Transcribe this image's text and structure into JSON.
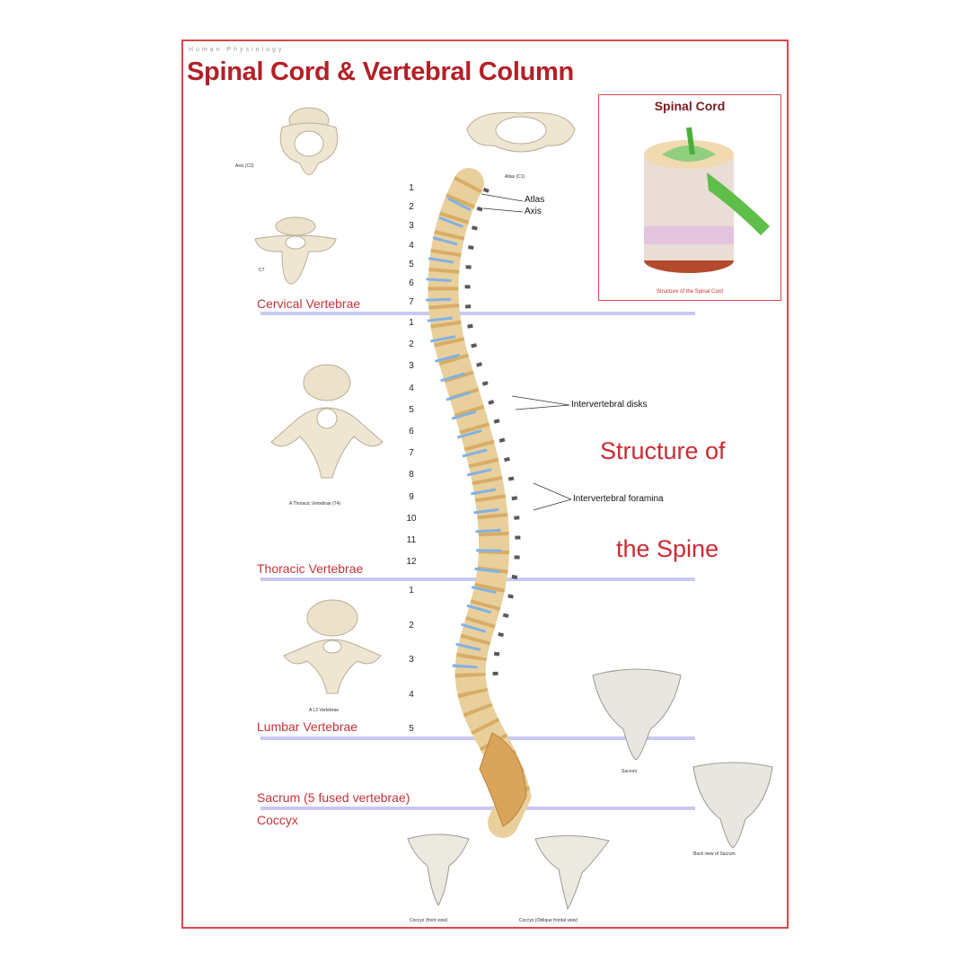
{
  "header": {
    "eyebrow": "Human Physiology",
    "title": "Spinal Cord & Vertebral Column"
  },
  "sections": [
    {
      "label": "Cervical Vertebrae"
    },
    {
      "label": "Thoracic Vertebrae"
    },
    {
      "label": "Lumbar Vertebrae"
    },
    {
      "label": "Sacrum (5 fused vertebrae)"
    },
    {
      "label": "Coccyx"
    }
  ],
  "numbers": {
    "cervical": [
      "1",
      "2",
      "3",
      "4",
      "5",
      "6",
      "7"
    ],
    "thoracic": [
      "1",
      "2",
      "3",
      "4",
      "5",
      "6",
      "7",
      "8",
      "9",
      "10",
      "11",
      "12"
    ],
    "lumbar": [
      "1",
      "2",
      "3",
      "4",
      "5"
    ]
  },
  "callouts": {
    "atlas": "Atlas",
    "axis": "Axis",
    "intervertebral_disks": "Intervertebral disks",
    "intervertebral_foramina": "Intervertebral foramina"
  },
  "structure_title": {
    "line1": "Structure of",
    "line2": "the Spine"
  },
  "inset": {
    "title": "Spinal Cord",
    "caption": "Structure of the Spinal Cord"
  },
  "vertebra_captions": {
    "axis": "Axis (C2)",
    "atlas": "Atlas (C1)",
    "c7": "C7",
    "thoracic": "A Thoracic Vertebrae (T4)",
    "lumbar": "A L3 Vertebrae",
    "sacrum": "Sacrum",
    "sacrum_back": "Back view of Sacrum",
    "coccyx_front": "Coccyx (front view)",
    "coccyx_oblique": "Coccyx (Oblique frontal view)"
  },
  "colors": {
    "title": "#b32026",
    "section_label": "#c8323a",
    "section_line": "#c9c8f0",
    "border": "#d9474c",
    "bone": "#e9cf9c",
    "disk": "#7fb2e6",
    "nerve": "#4caf3c"
  }
}
